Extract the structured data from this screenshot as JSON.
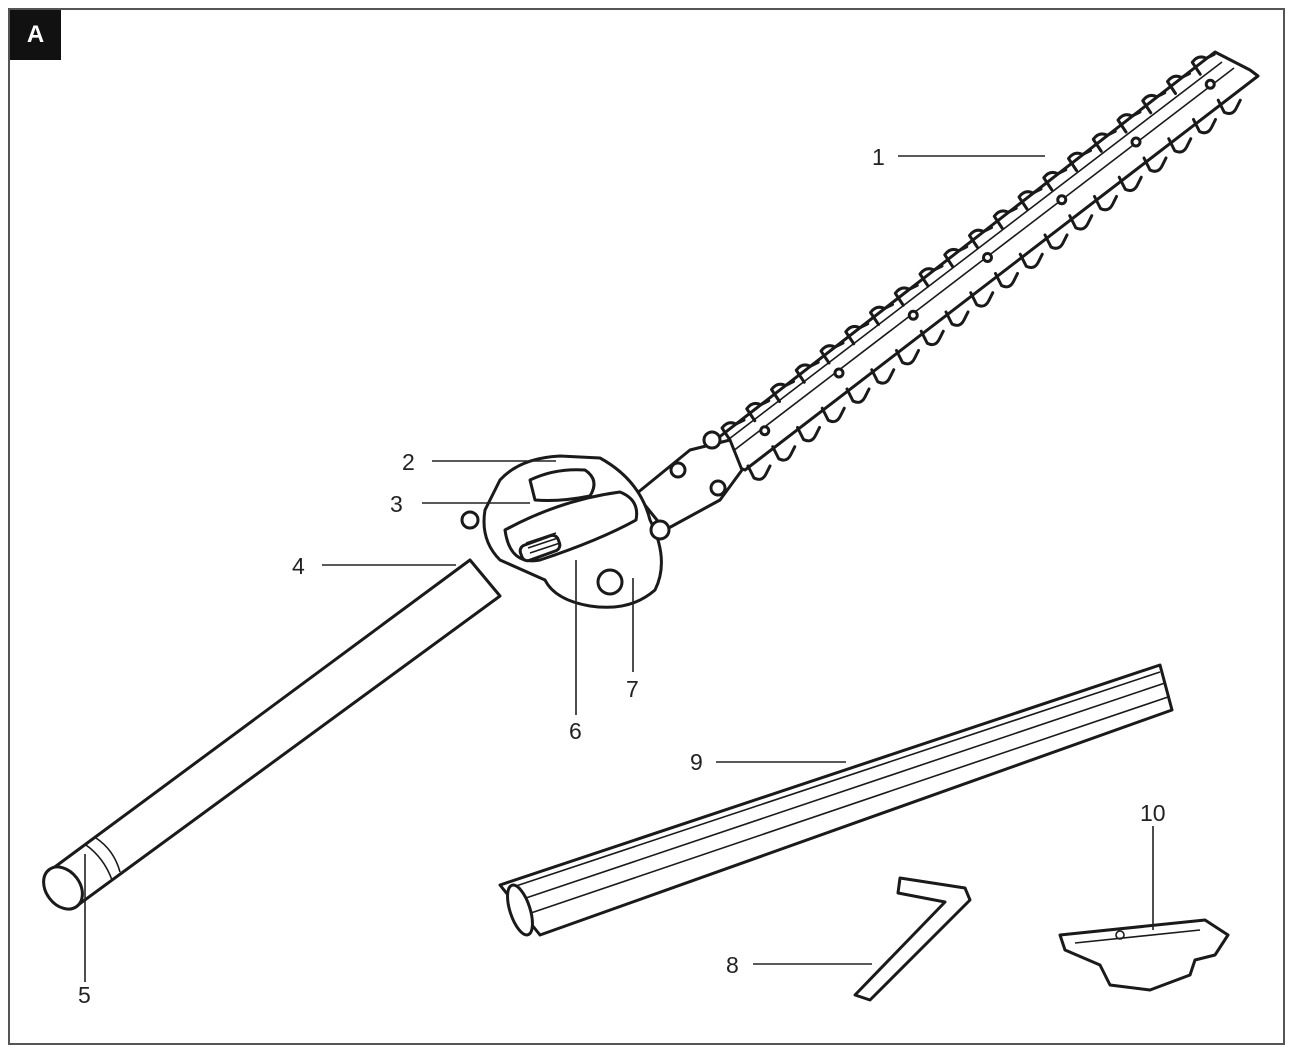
{
  "figure": {
    "badge": "A"
  },
  "callouts": [
    {
      "id": "1",
      "label": "1"
    },
    {
      "id": "2",
      "label": "2"
    },
    {
      "id": "3",
      "label": "3"
    },
    {
      "id": "4",
      "label": "4"
    },
    {
      "id": "5",
      "label": "5"
    },
    {
      "id": "6",
      "label": "6"
    },
    {
      "id": "7",
      "label": "7"
    },
    {
      "id": "8",
      "label": "8"
    },
    {
      "id": "9",
      "label": "9"
    },
    {
      "id": "10",
      "label": "10"
    }
  ]
}
